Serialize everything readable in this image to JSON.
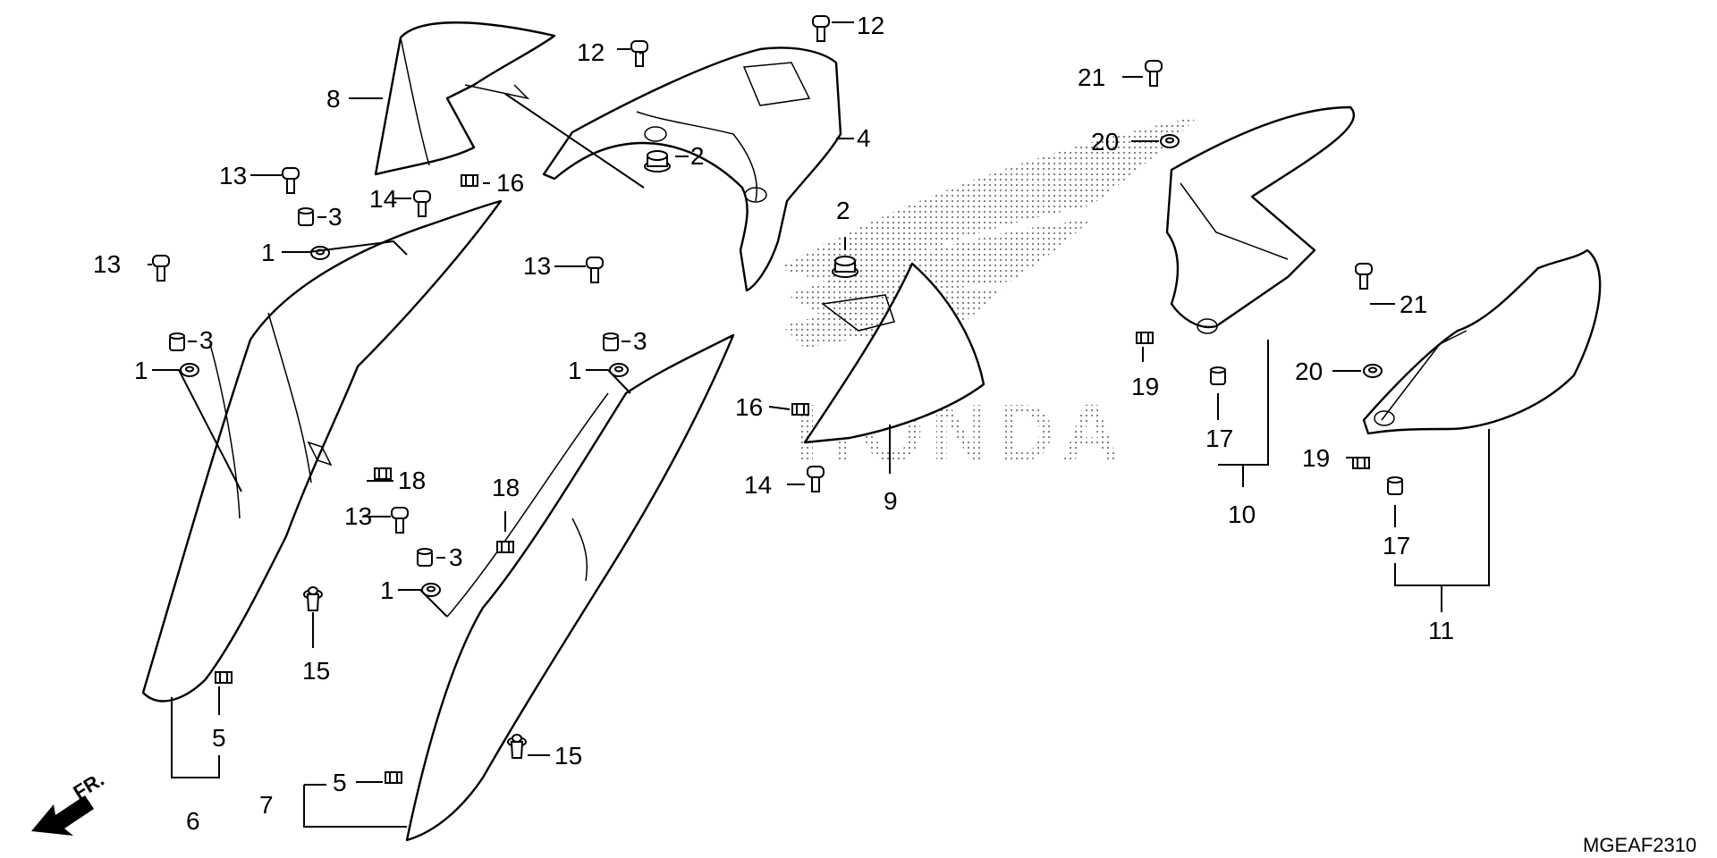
{
  "diagram": {
    "code": "MGEAF2310",
    "front_arrow_label": "FR.",
    "logo_text": "HONDA",
    "callouts": {
      "c1a": "1",
      "c1b": "1",
      "c1c": "1",
      "c1d": "1",
      "c2a": "2",
      "c2b": "2",
      "c3a": "3",
      "c3b": "3",
      "c3c": "3",
      "c3d": "3",
      "c4": "4",
      "c5a": "5",
      "c5b": "5",
      "c6": "6",
      "c7": "7",
      "c8": "8",
      "c9": "9",
      "c10": "10",
      "c11": "11",
      "c12a": "12",
      "c12b": "12",
      "c13a": "13",
      "c13b": "13",
      "c13c": "13",
      "c13d": "13",
      "c14a": "14",
      "c14b": "14",
      "c15a": "15",
      "c15b": "15",
      "c16a": "16",
      "c16b": "16",
      "c17a": "17",
      "c17b": "17",
      "c18a": "18",
      "c18b": "18",
      "c19a": "19",
      "c19b": "19",
      "c20a": "20",
      "c20b": "20",
      "c21a": "21",
      "c21b": "21"
    }
  }
}
